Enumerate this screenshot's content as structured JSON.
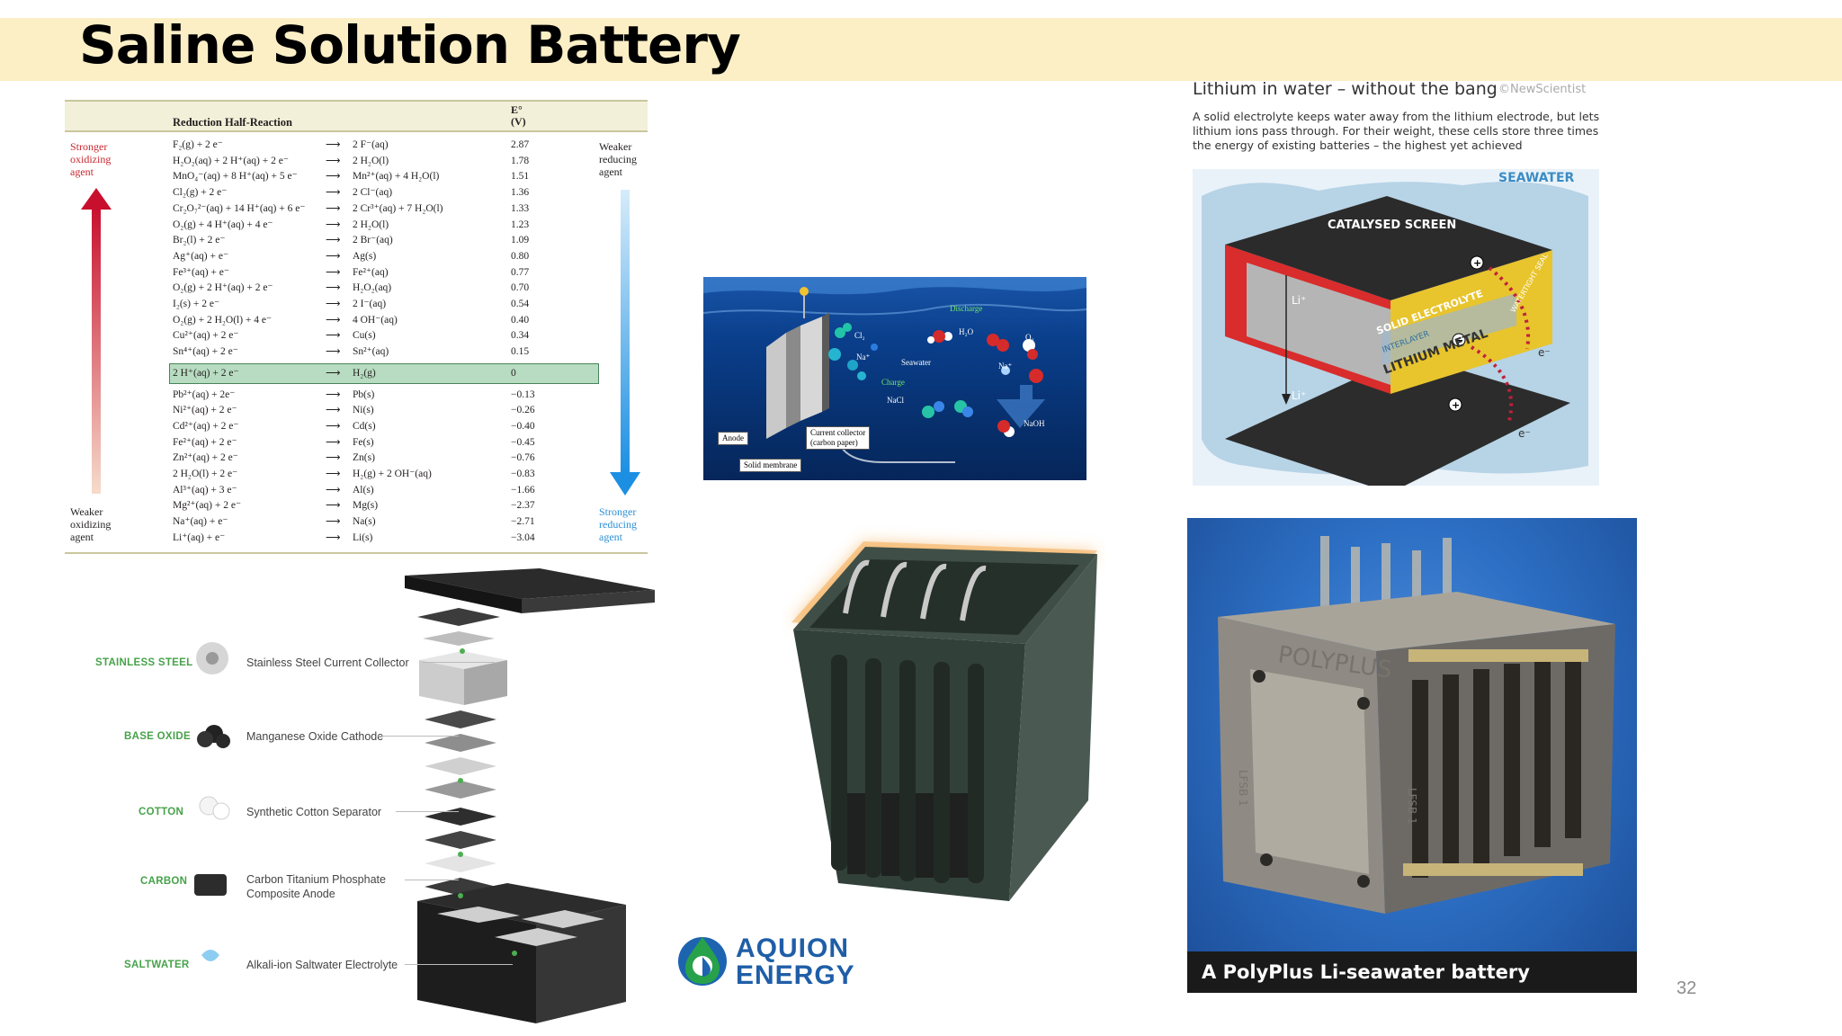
{
  "slide": {
    "title": "Saline Solution Battery",
    "page_number": "32"
  },
  "redox_table": {
    "col_header_reaction": "Reduction Half-Reaction",
    "col_header_potential": "E°\n(V)",
    "left_top": "Stronger\noxidizing\nagent",
    "left_bottom": "Weaker\noxidizing\nagent",
    "right_top": "Weaker\nreducing\nagent",
    "right_bottom": "Stronger\nreducing\nagent",
    "rows": [
      {
        "r": "F₂(g) + 2 e⁻",
        "p": "2 F⁻(aq)",
        "e": "2.87"
      },
      {
        "r": "H₂O₂(aq) + 2 H⁺(aq) + 2 e⁻",
        "p": "2 H₂O(l)",
        "e": "1.78"
      },
      {
        "r": "MnO₄⁻(aq) + 8 H⁺(aq) + 5 e⁻",
        "p": "Mn²⁺(aq) + 4 H₂O(l)",
        "e": "1.51"
      },
      {
        "r": "Cl₂(g) + 2 e⁻",
        "p": "2 Cl⁻(aq)",
        "e": "1.36"
      },
      {
        "r": "Cr₂O₇²⁻(aq) + 14 H⁺(aq) + 6 e⁻",
        "p": "2 Cr³⁺(aq) + 7 H₂O(l)",
        "e": "1.33"
      },
      {
        "r": "O₂(g) + 4 H⁺(aq) + 4 e⁻",
        "p": "2 H₂O(l)",
        "e": "1.23"
      },
      {
        "r": "Br₂(l) + 2 e⁻",
        "p": "2 Br⁻(aq)",
        "e": "1.09"
      },
      {
        "r": "Ag⁺(aq) + e⁻",
        "p": "Ag(s)",
        "e": "0.80"
      },
      {
        "r": "Fe³⁺(aq) + e⁻",
        "p": "Fe²⁺(aq)",
        "e": "0.77"
      },
      {
        "r": "O₂(g) + 2 H⁺(aq) + 2 e⁻",
        "p": "H₂O₂(aq)",
        "e": "0.70"
      },
      {
        "r": "I₂(s) + 2 e⁻",
        "p": "2 I⁻(aq)",
        "e": "0.54"
      },
      {
        "r": "O₂(g) + 2 H₂O(l) + 4 e⁻",
        "p": "4 OH⁻(aq)",
        "e": "0.40"
      },
      {
        "r": "Cu²⁺(aq) + 2 e⁻",
        "p": "Cu(s)",
        "e": "0.34"
      },
      {
        "r": "Sn⁴⁺(aq) + 2 e⁻",
        "p": "Sn²⁺(aq)",
        "e": "0.15"
      },
      {
        "r": "2 H⁺(aq) + 2 e⁻",
        "p": "H₂(g)",
        "e": "0"
      },
      {
        "r": "Pb²⁺(aq) + 2e⁻",
        "p": "Pb(s)",
        "e": "−0.13"
      },
      {
        "r": "Ni²⁺(aq) + 2 e⁻",
        "p": "Ni(s)",
        "e": "−0.26"
      },
      {
        "r": "Cd²⁺(aq) + 2 e⁻",
        "p": "Cd(s)",
        "e": "−0.40"
      },
      {
        "r": "Fe²⁺(aq) + 2 e⁻",
        "p": "Fe(s)",
        "e": "−0.45"
      },
      {
        "r": "Zn²⁺(aq) + 2 e⁻",
        "p": "Zn(s)",
        "e": "−0.76"
      },
      {
        "r": "2 H₂O(l) + 2 e⁻",
        "p": "H₂(g) + 2 OH⁻(aq)",
        "e": "−0.83"
      },
      {
        "r": "Al³⁺(aq) + 3 e⁻",
        "p": "Al(s)",
        "e": "−1.66"
      },
      {
        "r": "Mg²⁺(aq) + 2 e⁻",
        "p": "Mg(s)",
        "e": "−2.37"
      },
      {
        "r": "Na⁺(aq) + e⁻",
        "p": "Na(s)",
        "e": "−2.71"
      },
      {
        "r": "Li⁺(aq) + e⁻",
        "p": "Li(s)",
        "e": "−3.04"
      }
    ]
  },
  "seawater_diagram": {
    "labels": {
      "anode": "Anode",
      "collector": "Current collector\n(carbon paper)",
      "membrane": "Solid membrane",
      "seawater": "Seawater",
      "nacl": "NaCl",
      "naoh": "NaOH",
      "h2o": "H₂O",
      "o2": "O₂",
      "cl2": "Cl₂",
      "na1": "Na⁺",
      "na2": "Na⁺",
      "charge": "Discharge",
      "green": "Charge"
    }
  },
  "exploded": {
    "layers": [
      {
        "material": "STAINLESS STEEL",
        "description": "Stainless Steel Current Collector"
      },
      {
        "material": "BASE OXIDE",
        "description": "Manganese Oxide Cathode"
      },
      {
        "material": "COTTON",
        "description": "Synthetic Cotton Separator"
      },
      {
        "material": "CARBON",
        "description": "Carbon Titanium Phosphate\nComposite Anode"
      },
      {
        "material": "SALTWATER",
        "description": "Alkali-ion Saltwater Electrolyte"
      }
    ]
  },
  "aquion_logo": {
    "word1": "AQUION",
    "word2": "ENERGY"
  },
  "new_scientist": {
    "title": "Lithium in water – without the bang",
    "credit": "©NewScientist",
    "subtitle": "A solid electrolyte keeps water away from the lithium electrode, but lets lithium ions pass through. For their weight, these cells store three times the energy of existing batteries – the highest yet achieved",
    "labels": {
      "seawater": "SEAWATER",
      "screen": "CATALYSED SCREEN",
      "electrolyte": "SOLID ELECTROLYTE",
      "interlayer": "INTERLAYER",
      "metal": "LITHIUM\nMETAL",
      "seal": "WATERTIGHT\nSEAL",
      "li_top": "Li⁺",
      "li_bottom": "Li⁺",
      "e1": "e⁻",
      "e2": "e⁻"
    }
  },
  "polyplus": {
    "caption": "A PolyPlus Li-seawater battery",
    "plate_text": "POLYPLUS",
    "side_text_left": "LFSB 1",
    "side_text_right": "LFSB 1"
  }
}
